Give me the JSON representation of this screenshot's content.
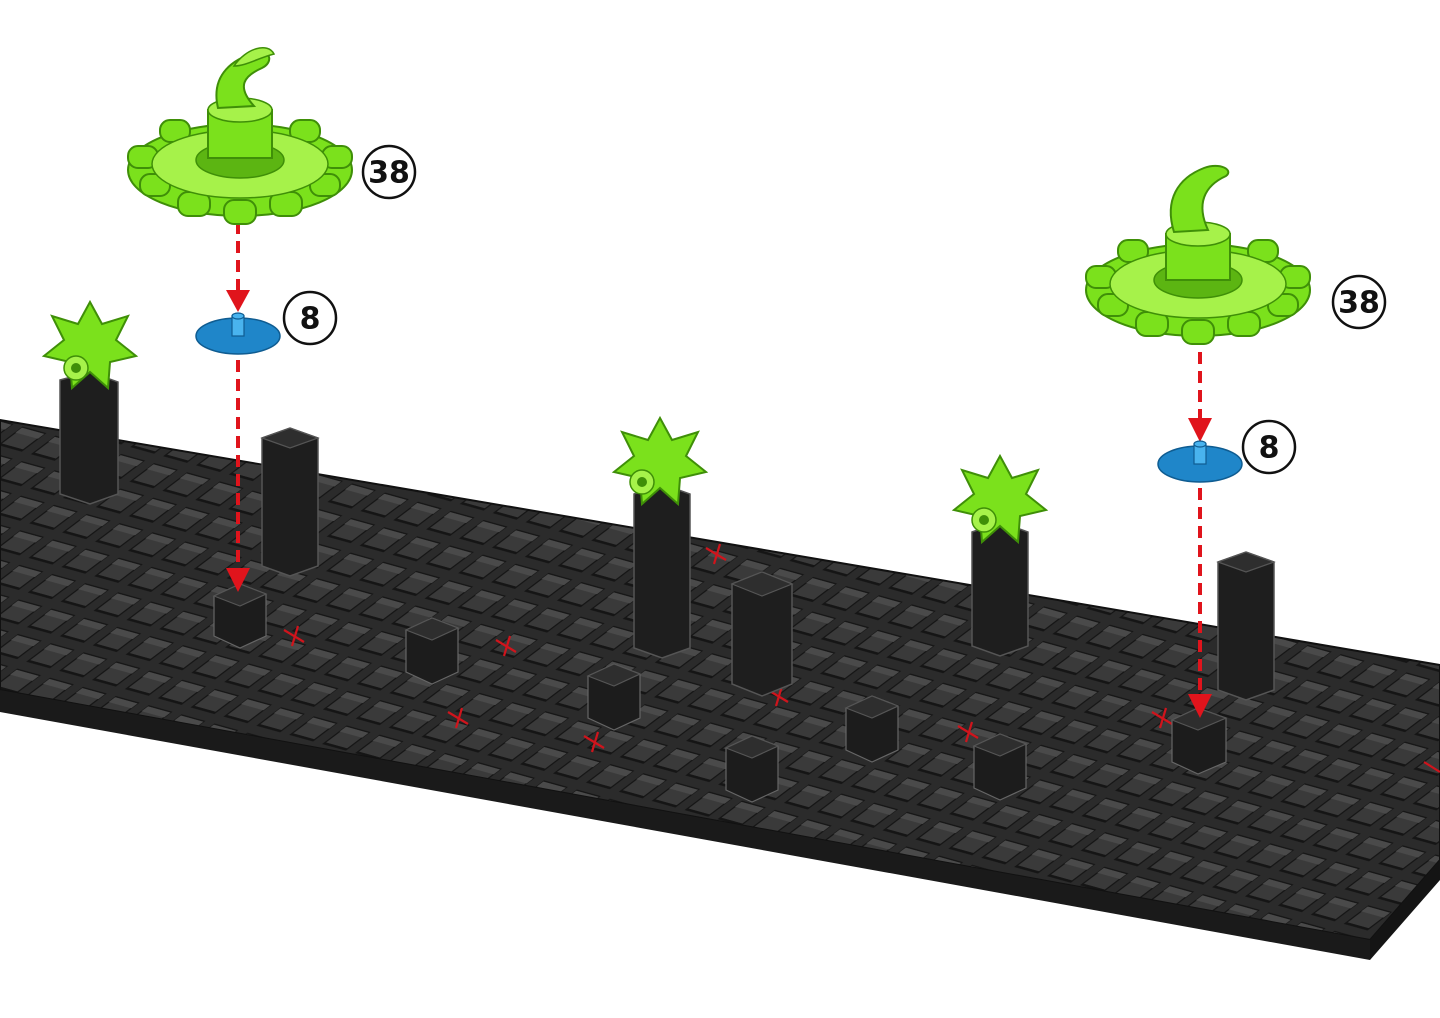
{
  "callouts": {
    "gear_left": "38",
    "gear_right": "38",
    "washer_left": "8",
    "washer_right": "8"
  },
  "colors": {
    "gear": "#7be11c",
    "washer": "#1f86c9",
    "base": "#2a2a2a",
    "arrow": "#e0141c"
  },
  "icons": [
    "gear-part-icon",
    "washer-part-icon",
    "star-connector-icon",
    "post-icon"
  ]
}
